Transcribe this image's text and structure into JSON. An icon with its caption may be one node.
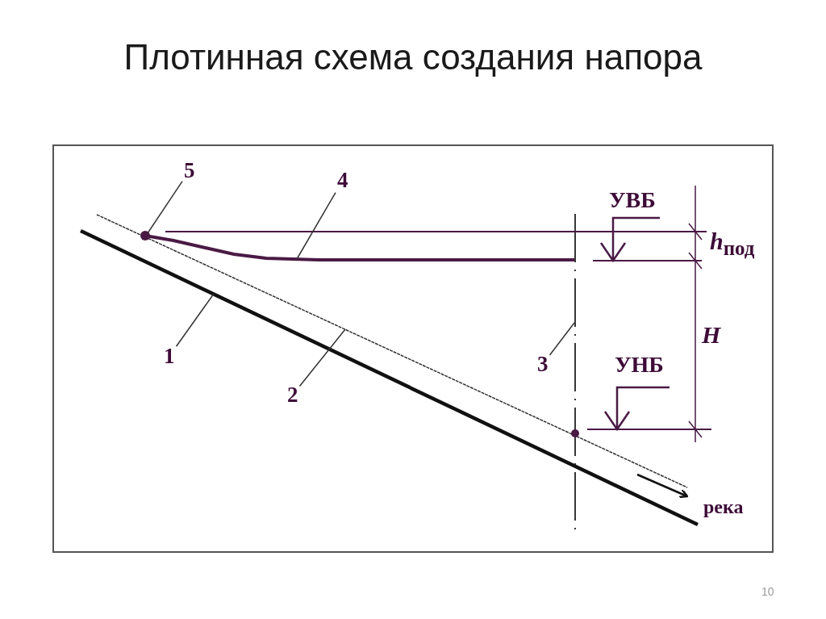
{
  "diagram": {
    "title": "Плотинная схема создания напора",
    "nodes": [
      {
        "text": [
          "5"
        ]
      },
      {
        "text": [
          "4"
        ]
      },
      {
        "text": [
          "1"
        ]
      },
      {
        "text": [
          "2"
        ]
      },
      {
        "text": [
          "3"
        ]
      },
      {
        "text": [],
        "shape": "circle"
      },
      {
        "text": [],
        "shape": "line"
      },
      {
        "text": [],
        "shape": "line"
      }
    ],
    "edges": [
      {
        "from": 0,
        "to": 5,
        "arrow": "none"
      },
      {
        "from": 1,
        "to": 6,
        "arrow": "none"
      },
      {
        "from": 2,
        "to": null,
        "arrow": "none"
      },
      {
        "from": 3,
        "to": null,
        "arrow": "none"
      },
      {
        "from": 4,
        "to": 7,
        "arrow": "none"
      }
    ],
    "labels": [
      "УВБ",
      "*h*$_{под}$",
      "H",
      "УНБ",
      "река",
      "10"
    ]
  }
}
